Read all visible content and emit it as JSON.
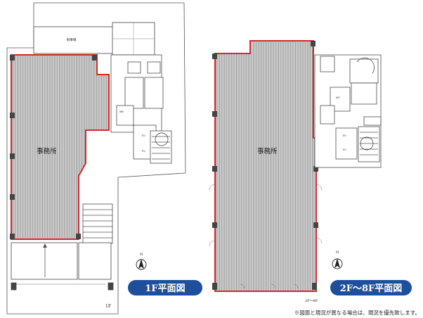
{
  "floor1": {
    "room_label": "事務所",
    "parking_label": "駐車場",
    "floor_tag": "1F",
    "plan_title": "1F平面図",
    "north": "N"
  },
  "floor2": {
    "room_label": "事務所",
    "floor_range": "2F～8F",
    "plan_title": "2F～8F平面図",
    "north": "N"
  },
  "note": "※図面と現況が異なる場合は、現況を優先致します。",
  "colors": {
    "outline": "#d42a2a",
    "badge": "#1e4f9c",
    "wall": "#333333",
    "floor_fill": "#bdbdbd"
  }
}
